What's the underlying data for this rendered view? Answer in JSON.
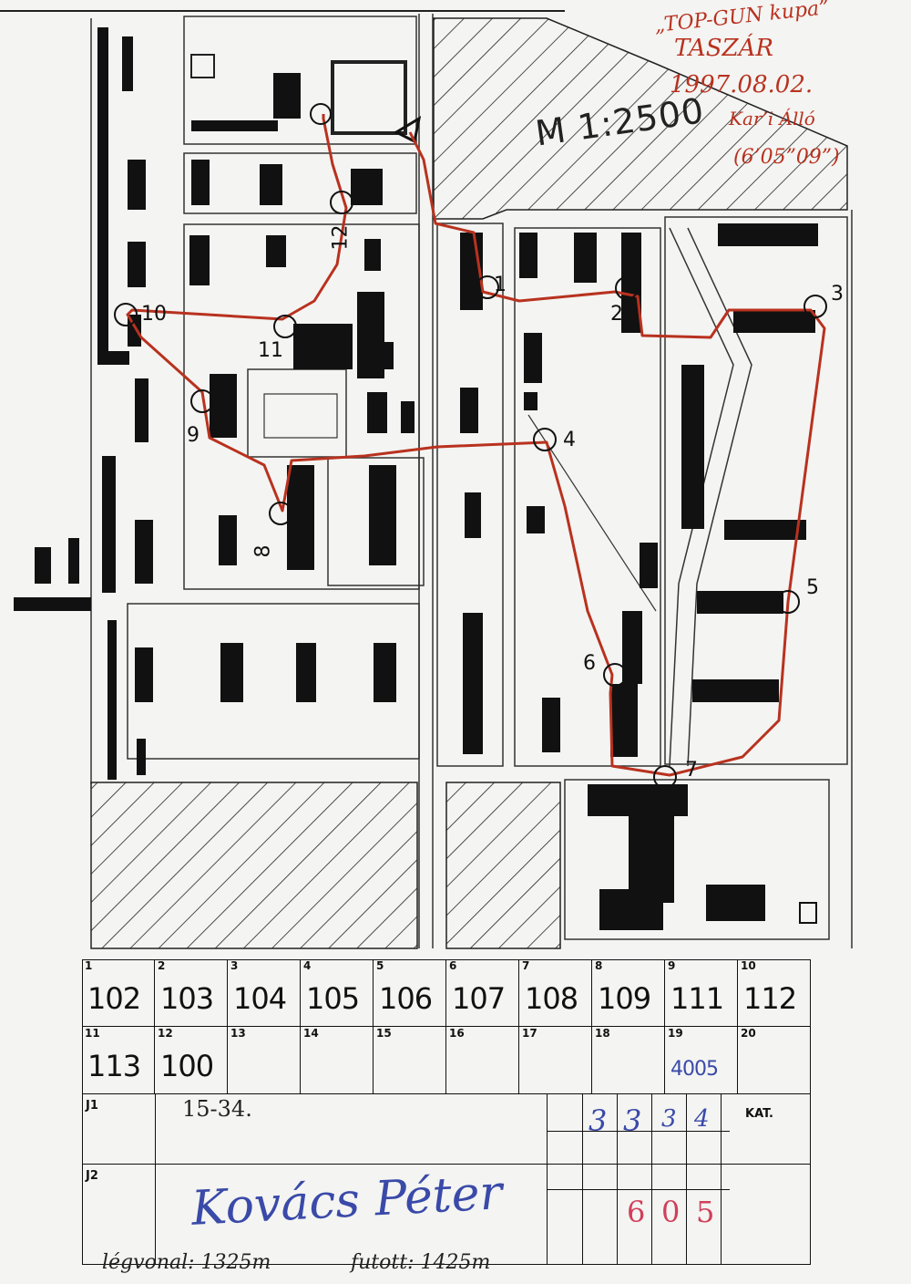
{
  "header": {
    "competition": "„TOP-GUN kupa”",
    "place": "TASZÁR",
    "date": "1997.08.02.",
    "note": "Kar’i Álló",
    "time": "(6’05”09”)"
  },
  "map": {
    "scale": "M 1:2500",
    "route_color": "#b8321f",
    "controls": [
      {
        "label": "1"
      },
      {
        "label": "2"
      },
      {
        "label": "3"
      },
      {
        "label": "4"
      },
      {
        "label": "5"
      },
      {
        "label": "6"
      },
      {
        "label": "7"
      },
      {
        "label": "8"
      },
      {
        "label": "9"
      },
      {
        "label": "10"
      },
      {
        "label": "11"
      },
      {
        "label": "12"
      }
    ]
  },
  "card": {
    "cells": [
      {
        "no": "1",
        "code": "102"
      },
      {
        "no": "2",
        "code": "103"
      },
      {
        "no": "3",
        "code": "104"
      },
      {
        "no": "4",
        "code": "105"
      },
      {
        "no": "5",
        "code": "106"
      },
      {
        "no": "6",
        "code": "107"
      },
      {
        "no": "7",
        "code": "108"
      },
      {
        "no": "8",
        "code": "109"
      },
      {
        "no": "9",
        "code": "111"
      },
      {
        "no": "10",
        "code": "112"
      },
      {
        "no": "11",
        "code": "113"
      },
      {
        "no": "12",
        "code": "100"
      },
      {
        "no": "13",
        "code": ""
      },
      {
        "no": "14",
        "code": ""
      },
      {
        "no": "15",
        "code": ""
      },
      {
        "no": "16",
        "code": ""
      },
      {
        "no": "17",
        "code": ""
      },
      {
        "no": "18",
        "code": ""
      },
      {
        "no": "19",
        "code": "4005"
      },
      {
        "no": "20",
        "code": ""
      }
    ],
    "j1_label": "J1",
    "j2_label": "J2",
    "kat_label": "KAT.",
    "start_no": "15-34.",
    "name": "Kovács Péter",
    "blue_digits": [
      "3",
      "3",
      "3",
      "4"
    ],
    "red_digits": [
      "6",
      "0",
      "5"
    ]
  },
  "footer": {
    "straight": "légvonal: 1325m",
    "run": "futott: 1425m"
  }
}
